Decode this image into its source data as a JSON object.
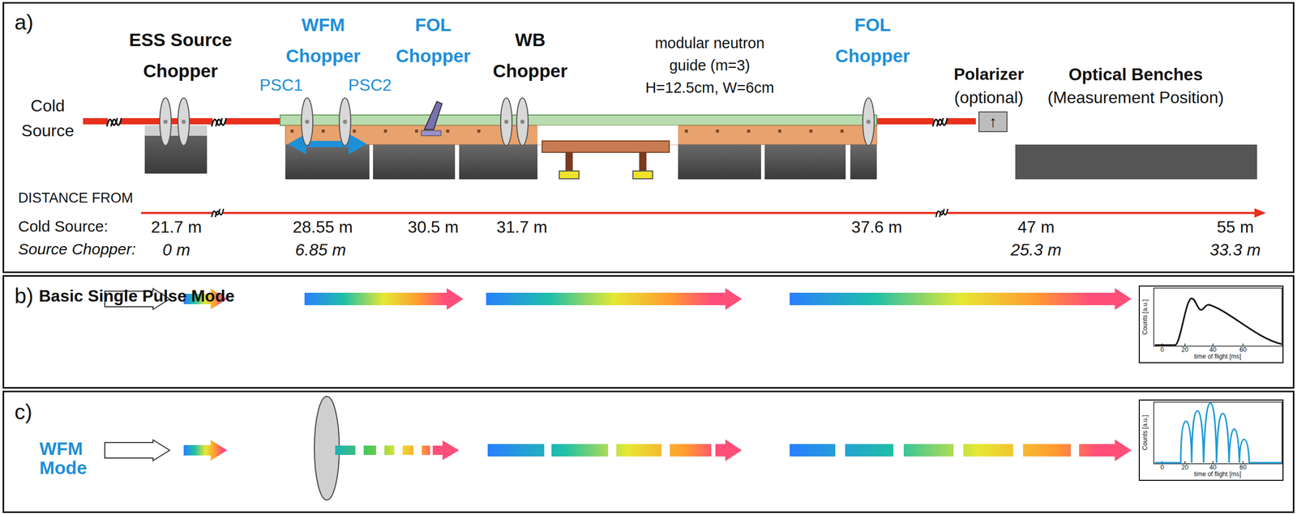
{
  "diagram": {
    "nodes": [
      {
        "text": [
          "a)"
        ]
      },
      {
        "text": [
          "↑"
        ],
        "in": 0
      },
      {
        "text": [
          "b)",
          "Basic Single Pulse Mode"
        ]
      },
      {
        "text": [
          "Counts [a.u.]",
          "time of flight [ms]",
          "0",
          "20",
          "40",
          "60"
        ],
        "in": 2
      },
      {
        "text": [
          "c)",
          "WFM Mode"
        ]
      },
      {
        "text": [
          "Counts [a.u.]",
          "time of flight [ms]",
          "0",
          "20",
          "40",
          "60"
        ],
        "in": 4
      }
    ],
    "labels": [
      "ESS Source Chopper",
      "WFM Chopper",
      "PSC1",
      "PSC2",
      "FOL Chopper",
      "WB Chopper",
      "modular neutron guide (m=3) H=12.5cm, W=6cm",
      "FOL Chopper",
      "Polarizer",
      "(optional)",
      "Optical Benches",
      "(Measurement Position)",
      "Cold Source",
      "DISTANCE FROM",
      "Cold Source:",
      "Source Chopper:",
      "21.7 m",
      "28.55 m",
      "30.5 m",
      "31.7 m",
      "37.6 m",
      "47 m",
      "55 m",
      "0 m",
      "6.85 m",
      "25.3 m",
      "33.3 m"
    ]
  }
}
